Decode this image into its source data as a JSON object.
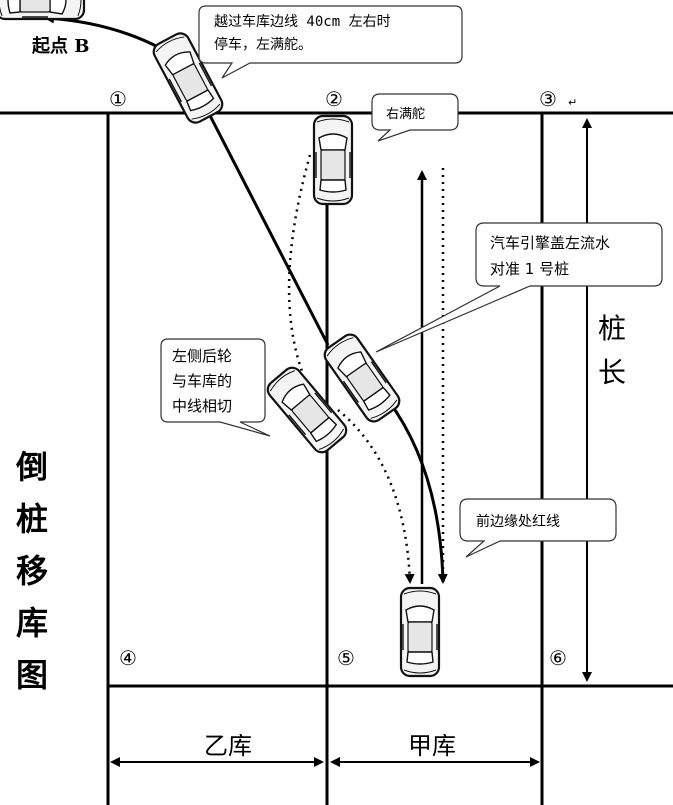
{
  "diagram": {
    "title_chars": [
      "倒",
      "桩",
      "移",
      "库",
      "图"
    ],
    "start_label": "起点 B",
    "pile_markers": {
      "p1": "①",
      "p2": "②",
      "p3": "③",
      "p4": "④",
      "p5": "⑤",
      "p6": "⑥"
    },
    "small_mark": "↵",
    "pile_length_chars": [
      "桩",
      "长"
    ],
    "garage_left": "乙库",
    "garage_right": "甲库",
    "callouts": {
      "cross_line": [
        "越过车库边线 40cm 左右时",
        "停车，左满舵。"
      ],
      "right_full": "右满舵",
      "hood_align": [
        "汽车引擎盖左流水",
        "对准 1 号桩"
      ],
      "rear_wheel": [
        "左侧后轮",
        "与车库的",
        "中线相切"
      ],
      "front_red": "前边缘处红线"
    }
  }
}
